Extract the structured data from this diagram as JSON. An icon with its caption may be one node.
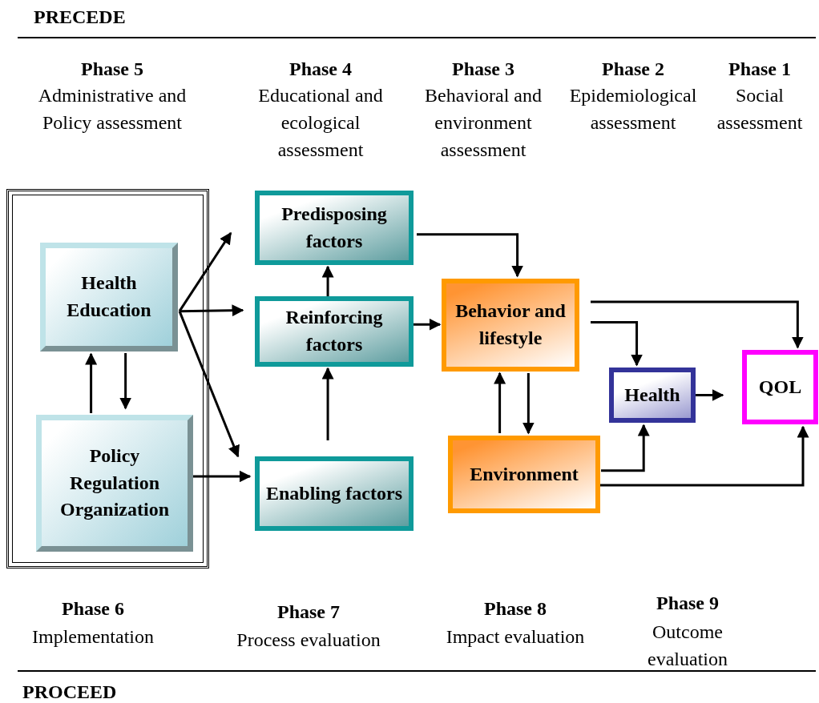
{
  "diagram": {
    "nodes": [
      {
        "text": [],
        "shape": "box"
      },
      {
        "text": [
          "Health Education"
        ],
        "in": 0
      },
      {
        "text": [
          "Policy Regulation Organization"
        ],
        "in": 0
      },
      {
        "text": [
          "Predisposing factors"
        ]
      },
      {
        "text": [
          "Reinforcing factors"
        ]
      },
      {
        "text": [
          "Enabling factors"
        ]
      },
      {
        "text": [
          "Behavior and lifestyle"
        ]
      },
      {
        "text": [
          "Environment"
        ]
      },
      {
        "text": [
          "Health"
        ]
      },
      {
        "text": [
          "QOL"
        ]
      }
    ],
    "edges": [
      {
        "from": 1,
        "to": 3,
        "arrow": "to"
      },
      {
        "from": 1,
        "to": 4,
        "arrow": "to"
      },
      {
        "from": 1,
        "to": 5,
        "arrow": "to"
      },
      {
        "from": 1,
        "to": 2,
        "arrow": "to"
      },
      {
        "from": 2,
        "to": 1,
        "arrow": "to"
      },
      {
        "from": 2,
        "to": 5,
        "arrow": "to"
      },
      {
        "from": 4,
        "to": 3,
        "arrow": "to"
      },
      {
        "from": 5,
        "to": 4,
        "arrow": "to"
      },
      {
        "from": 3,
        "to": 6,
        "arrow": "to"
      },
      {
        "from": 4,
        "to": 6,
        "arrow": "to"
      },
      {
        "from": 6,
        "to": 7,
        "arrow": "to"
      },
      {
        "from": 7,
        "to": 6,
        "arrow": "to"
      },
      {
        "from": 6,
        "to": 9,
        "arrow": "to"
      },
      {
        "from": 6,
        "to": 8,
        "arrow": "to"
      },
      {
        "from": 7,
        "to": 8,
        "arrow": "to"
      },
      {
        "from": 7,
        "to": 9,
        "arrow": "to"
      },
      {
        "from": 8,
        "to": 9,
        "arrow": "to"
      }
    ],
    "labels": [
      "PRECEDE",
      "Phase 5",
      "Administrative and Policy assessment",
      "Phase 4",
      "Educational and ecological assessment",
      "Phase 3",
      "Behavioral and environment assessment",
      "Phase 2",
      "Epidemiological assessment",
      "Phase 1",
      "Social assessment",
      "Phase 6",
      "Implementation",
      "Phase 7",
      "Process evaluation",
      "Phase 8",
      "Impact evaluation",
      "Phase 9",
      "Outcome evaluation",
      "PROCEED"
    ]
  }
}
